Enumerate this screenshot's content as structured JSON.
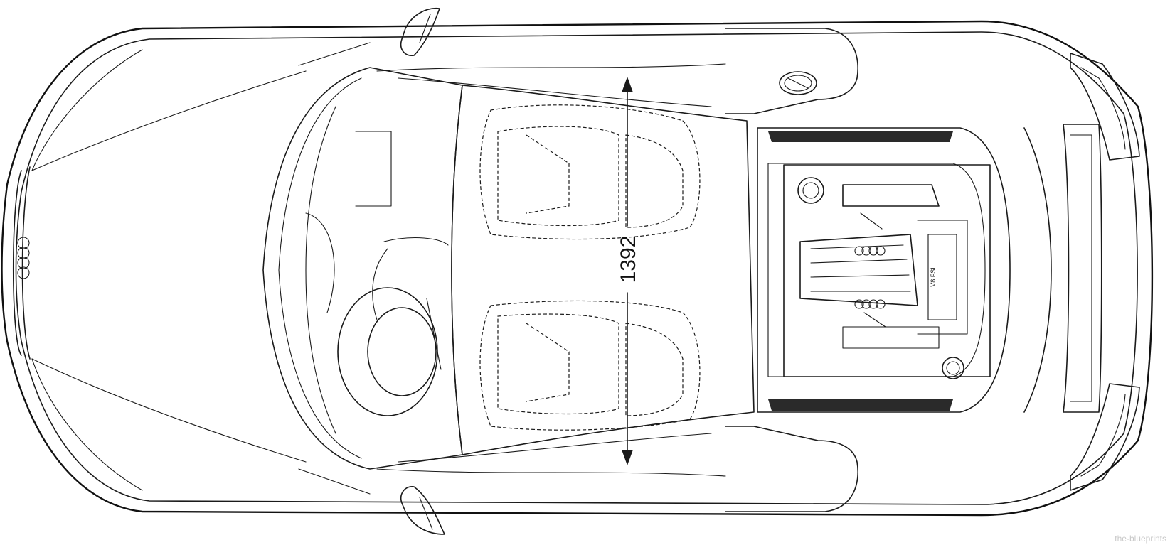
{
  "dimension": {
    "width_mm": "1392"
  },
  "engine_badge": {
    "text": "V8 FSI"
  },
  "watermark": {
    "text": "the-blueprints"
  },
  "icons": {
    "front_logo": "four-rings-logo-icon",
    "engine_logo": "four-rings-logo-icon",
    "fuel_cap": "fuel-cap-icon"
  },
  "colors": {
    "line": "#1a1a1a",
    "background": "#ffffff",
    "watermark": "#c8c8c8"
  }
}
